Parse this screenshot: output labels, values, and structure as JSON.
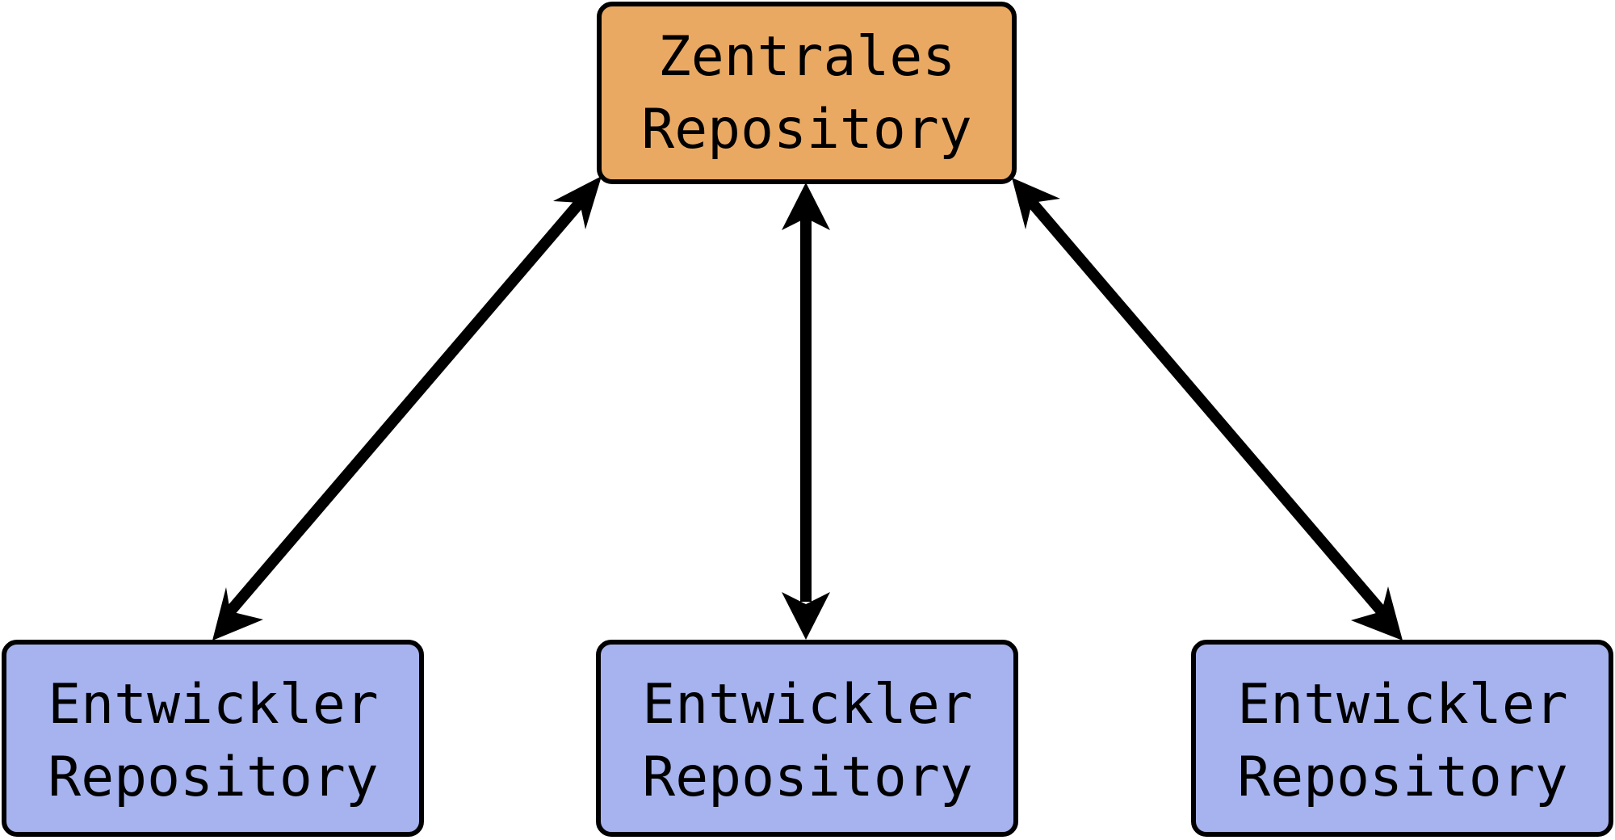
{
  "central": {
    "line1": "Zentrales",
    "line2": "Repository",
    "fill": "#eaa963"
  },
  "developers": [
    {
      "line1": "Entwickler",
      "line2": "Repository"
    },
    {
      "line1": "Entwickler",
      "line2": "Repository"
    },
    {
      "line1": "Entwickler",
      "line2": "Repository"
    }
  ],
  "colors": {
    "developer_fill": "#a6b3ee",
    "stroke": "#000000"
  }
}
